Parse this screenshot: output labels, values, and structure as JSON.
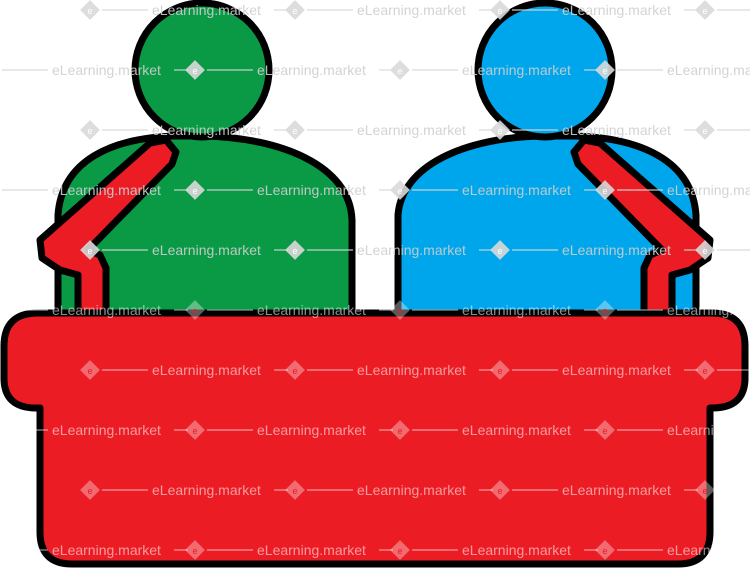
{
  "illustration": {
    "subject": "two-people-behind-basket",
    "colors": {
      "left_person": "#0a9a46",
      "right_person": "#00a6ec",
      "basket": "#ec1c24",
      "outline": "#000000",
      "background": "#ffffff"
    }
  },
  "watermark": {
    "text": "eLearning.market",
    "mark": "e"
  }
}
